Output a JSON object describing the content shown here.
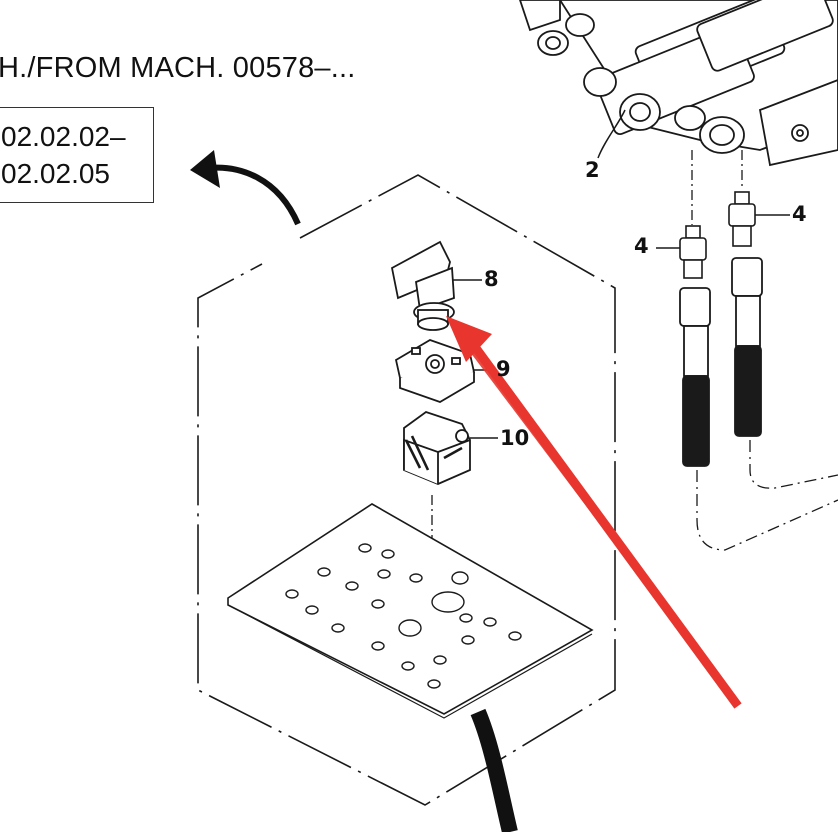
{
  "header": {
    "machine_text": "H./FROM MACH. 00578–..."
  },
  "range_box": {
    "line1": "02.02.02–",
    "line2": "02.02.05"
  },
  "callouts": [
    {
      "id": "2",
      "label": "2"
    },
    {
      "id": "4a",
      "label": "4"
    },
    {
      "id": "4b",
      "label": "4"
    },
    {
      "id": "8",
      "label": "8"
    },
    {
      "id": "9",
      "label": "9"
    },
    {
      "id": "10",
      "label": "10"
    }
  ],
  "colors": {
    "line": "#1a1a1a",
    "highlight_arrow": "#e8352d",
    "background": "#ffffff"
  }
}
